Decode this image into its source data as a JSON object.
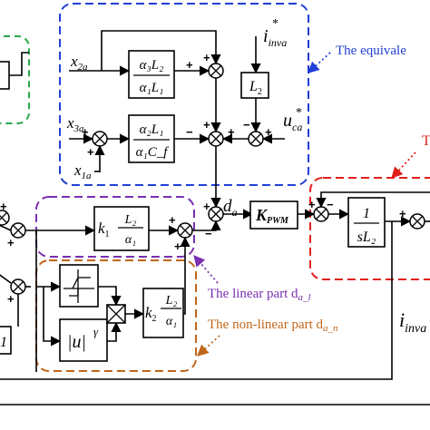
{
  "colors": {
    "equivalent_box": "#1f3fd6",
    "linear_box": "#7a2fb0",
    "nonlinear_box": "#c0661a",
    "right_box": "#e0201c",
    "left_box": "#2aa84a"
  },
  "labels": {
    "equivalent": "The equivale",
    "linear": "The linear part d",
    "linear_sub": "a_l",
    "nonlinear": "The non-linear part d",
    "nonlinear_sub": "a_n",
    "right_partial": "T"
  },
  "signals": {
    "x2a_main": "x",
    "x2a_sub": "2a",
    "x3a_main": "x",
    "x3a_sub": "3a",
    "x1a_main": "x",
    "x1a_sub": "1a",
    "i_inva_main": "i",
    "i_inva_sub": "inva",
    "i_inva_star": "*",
    "u_ca_main": "u",
    "u_ca_sub": "ca",
    "u_ca_star": "*",
    "d_a_main": "d",
    "d_a_sub": "a",
    "i_inv_out": "i",
    "i_inv_out_sub": "inva"
  },
  "blocks": {
    "a3L2_num": "α₃L₂",
    "a1L1_den": "α₁L₁",
    "a2L1_num": "α₂L₁",
    "a1Cf_den": "α₁C_f",
    "L2": "L",
    "L2_sub": "2",
    "k1": "k",
    "k1_sub": "1",
    "k1_num": "L₂",
    "k1_den": "α₁",
    "k2": "k",
    "k2_sub": "2",
    "k2_num": "L₂",
    "k2_den": "α₁",
    "kpwm": "K",
    "kpwm_sub": "PWM",
    "plant_num": "1",
    "plant_den": "sL₂",
    "abs_u": "|u|",
    "gamma": "γ",
    "left_partial": "1"
  }
}
